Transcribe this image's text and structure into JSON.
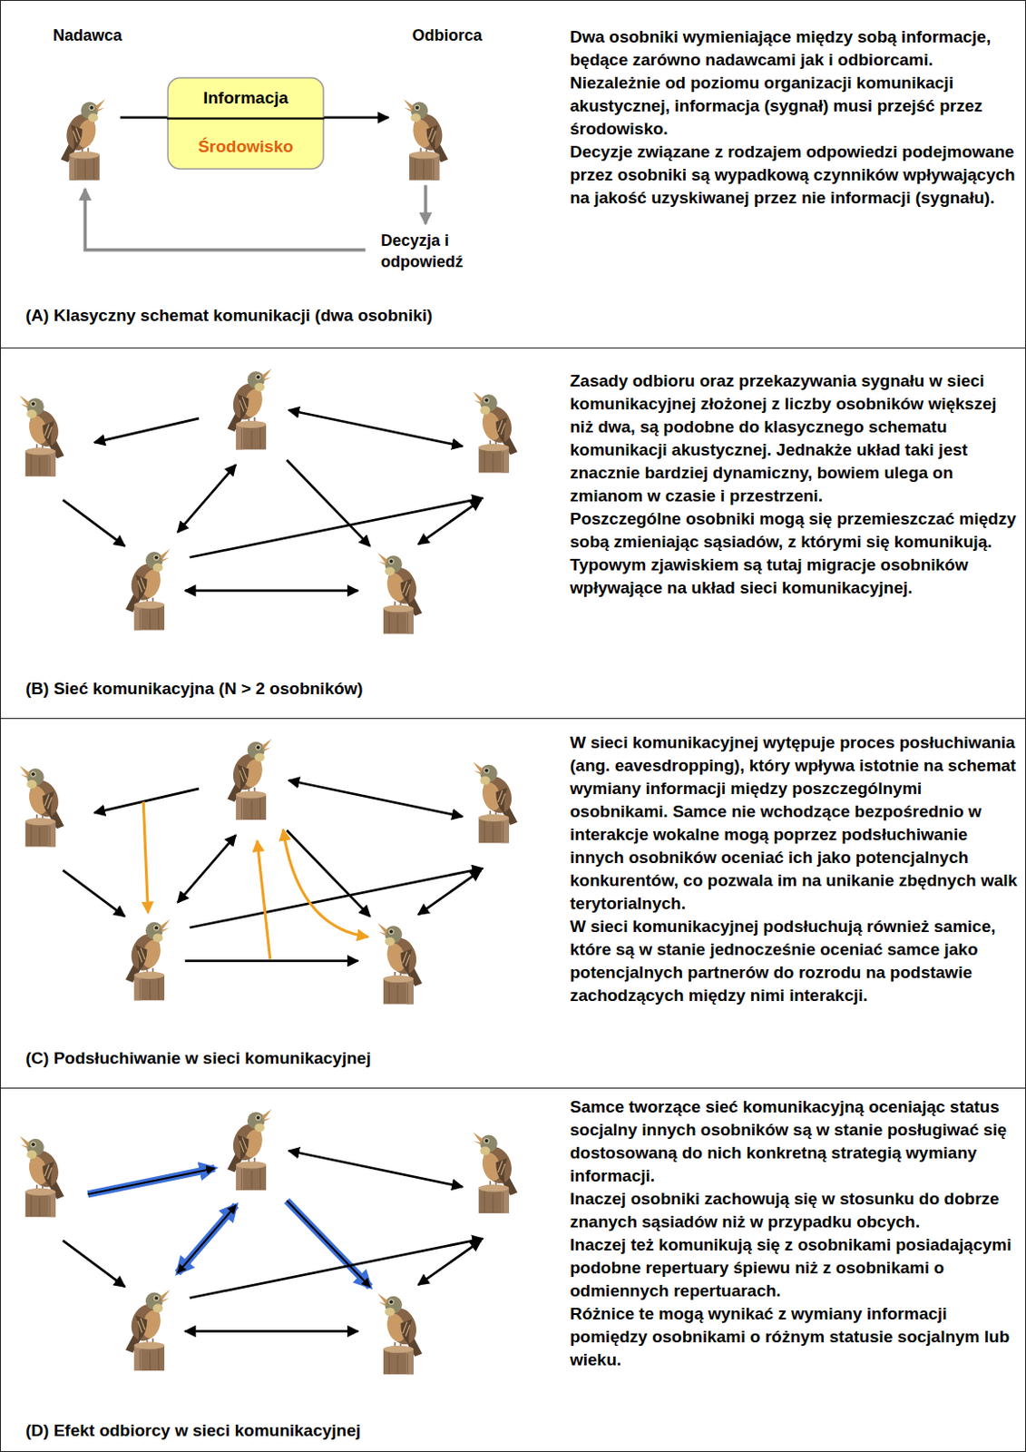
{
  "diagram": {
    "nodes": [
      {
        "text": [
          "Dwa osobniki wymieniające między sobą informacje, będące zarówno nadawcami jak i odbiorcami.",
          "Niezależnie od poziomu organizacji komunikacji akustycznej, informacja (sygnał) musi przejść przez środowisko.",
          "Decyzje związane z rodzajem odpowiedzi podejmowane przez osobniki są wypadkową czynników wpływających na jakość uzyskiwanej przez nie informacji (sygnału).",
          "(A) Klasyczny schemat komunikacji (dwa osobniki)"
        ]
      },
      {
        "text": [
          "Informacja",
          "Środowisko"
        ],
        "in": 0
      },
      {
        "text": [
          "Zasady odbioru oraz przekazywania sygnału w sieci komunikacyjnej złożonej z liczby osobników większej niż dwa, są podobne do klasycznego schematu komunikacji akustycznej. Jednakże układ taki jest znacznie bardziej dynamiczny, bowiem ulega on zmianom w czasie i przestrzeni.",
          "Poszczególne osobniki mogą się przemieszczać między sobą zmieniając sąsiadów, z którymi się komunikują.",
          "Typowym zjawiskiem są tutaj migracje osobników wpływające na układ sieci komunikacyjnej.",
          "(B) Sieć komunikacyjna (N > 2 osobników)"
        ]
      },
      {
        "text": [
          "W sieci komunikacyjnej wytępuje proces posłuchiwania (ang. eavesdropping), który wpływa istotnie na schemat wymiany informacji między poszczególnymi osobnikami. Samce nie wchodzące bezpośrednio w interakcje wokalne mogą poprzez podsłuchiwanie innych osobników oceniać ich jako potencjalnych konkurentów, co pozwala im na unikanie zbędnych walk terytorialnych.",
          "W sieci komunikacyjnej podsłuchują również samice, które są w stanie jednocześnie oceniać samce jako potencjalnych partnerów do rozrodu na podstawie zachodzących między nimi interakcji.",
          "(C) Podsłuchiwanie w sieci komunikacyjnej"
        ]
      },
      {
        "text": [
          "Samce tworzące sieć komunikacyjną oceniając status socjalny innych osobników są w stanie posługiwać się dostosowaną do nich konkretną strategią wymiany informacji.",
          "Inaczej osobniki zachowują się w stosunku do dobrze znanych sąsiadów niż w przypadku obcych.",
          "Inaczej też komunikują się z osobnikami posiadającymi podobne repertuary śpiewu niż z osobnikami o odmiennych repertuarach.",
          "Różnice te mogą wynikać z wymiany informacji pomiędzy osobnikami o różnym statusie socjalnym lub wieku.",
          "(D) Efekt odbiorcy w sieci komunikacyjnej"
        ]
      }
    ],
    "labels": [
      "Nadawca",
      "Odbiorca",
      "Decyzja i odpowiedź"
    ]
  }
}
